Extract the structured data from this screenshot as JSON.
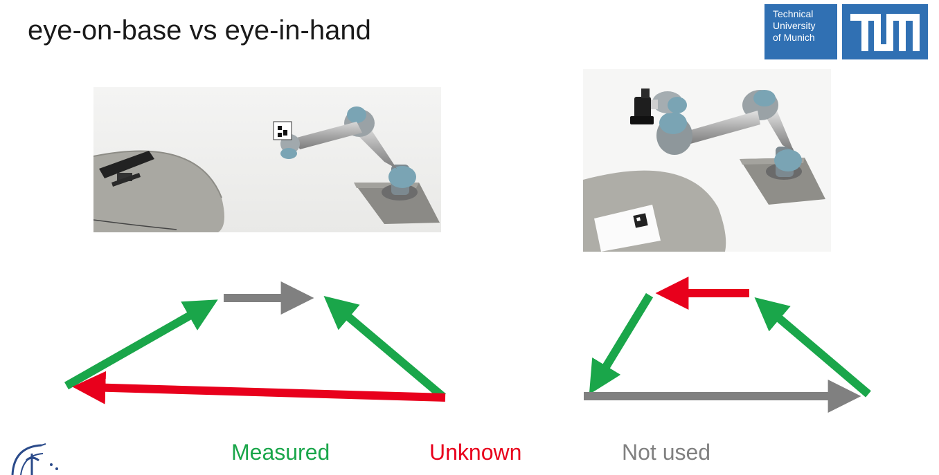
{
  "slide": {
    "title": "eye-on-base vs eye-in-hand"
  },
  "logo": {
    "line1": "Technical",
    "line2": "University",
    "line3": "of Munich",
    "brand_color": "#3070b3"
  },
  "legend": {
    "measured": "Measured",
    "unknown": "Unknown",
    "not_used": "Not used",
    "colors": {
      "measured": "#1aa64a",
      "unknown": "#e8001c",
      "not_used": "#808080"
    }
  }
}
